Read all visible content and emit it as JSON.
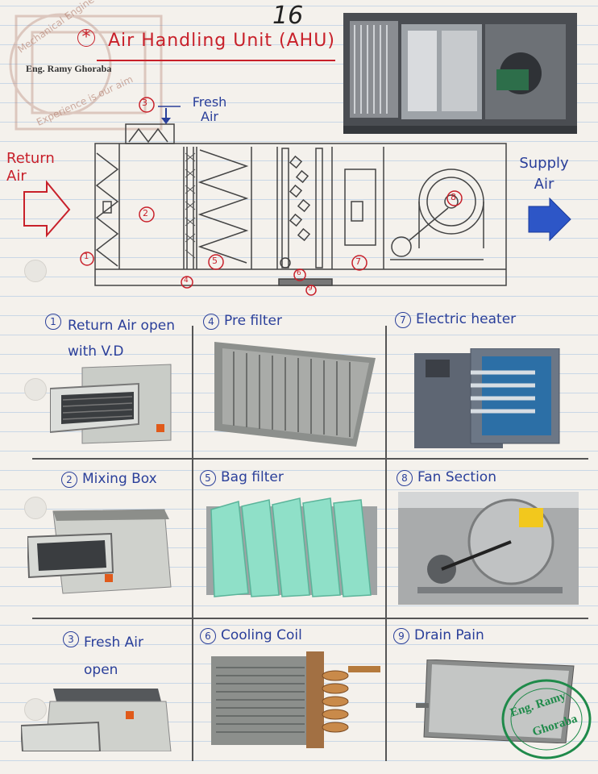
{
  "page_number": "16",
  "title": "Air Handling Unit (AHU)",
  "title_marker": "*",
  "author": "Eng. Ramy Ghoraba",
  "watermark": {
    "top_text": "Mechanical Engineer",
    "bottom_text": "Experience is our aim"
  },
  "diagram": {
    "fresh_air_label": "Fresh Air",
    "return_air_label": "Return Air",
    "supply_air_label": "Supply Air",
    "markers": [
      "1",
      "2",
      "3",
      "4",
      "5",
      "6",
      "7",
      "8",
      "9"
    ]
  },
  "components": [
    {
      "number": "1",
      "label": "Return Air open with V.D"
    },
    {
      "number": "4",
      "label": "Pre filter"
    },
    {
      "number": "7",
      "label": "Electric heater"
    },
    {
      "number": "2",
      "label": "Mixing Box"
    },
    {
      "number": "5",
      "label": "Bag filter"
    },
    {
      "number": "8",
      "label": "Fan Section"
    },
    {
      "number": "3",
      "label": "Fresh Air open"
    },
    {
      "number": "6",
      "label": "Cooling Coil"
    },
    {
      "number": "9",
      "label": "Drain Pain"
    }
  ],
  "stamp": {
    "line1": "Eng. Ramy",
    "line2": "Ghoraba"
  },
  "colors": {
    "ink_blue": "#2a3f9a",
    "ink_red": "#c8202a",
    "paper": "#f4f1ec",
    "stamp_green": "#1f8a4a"
  }
}
